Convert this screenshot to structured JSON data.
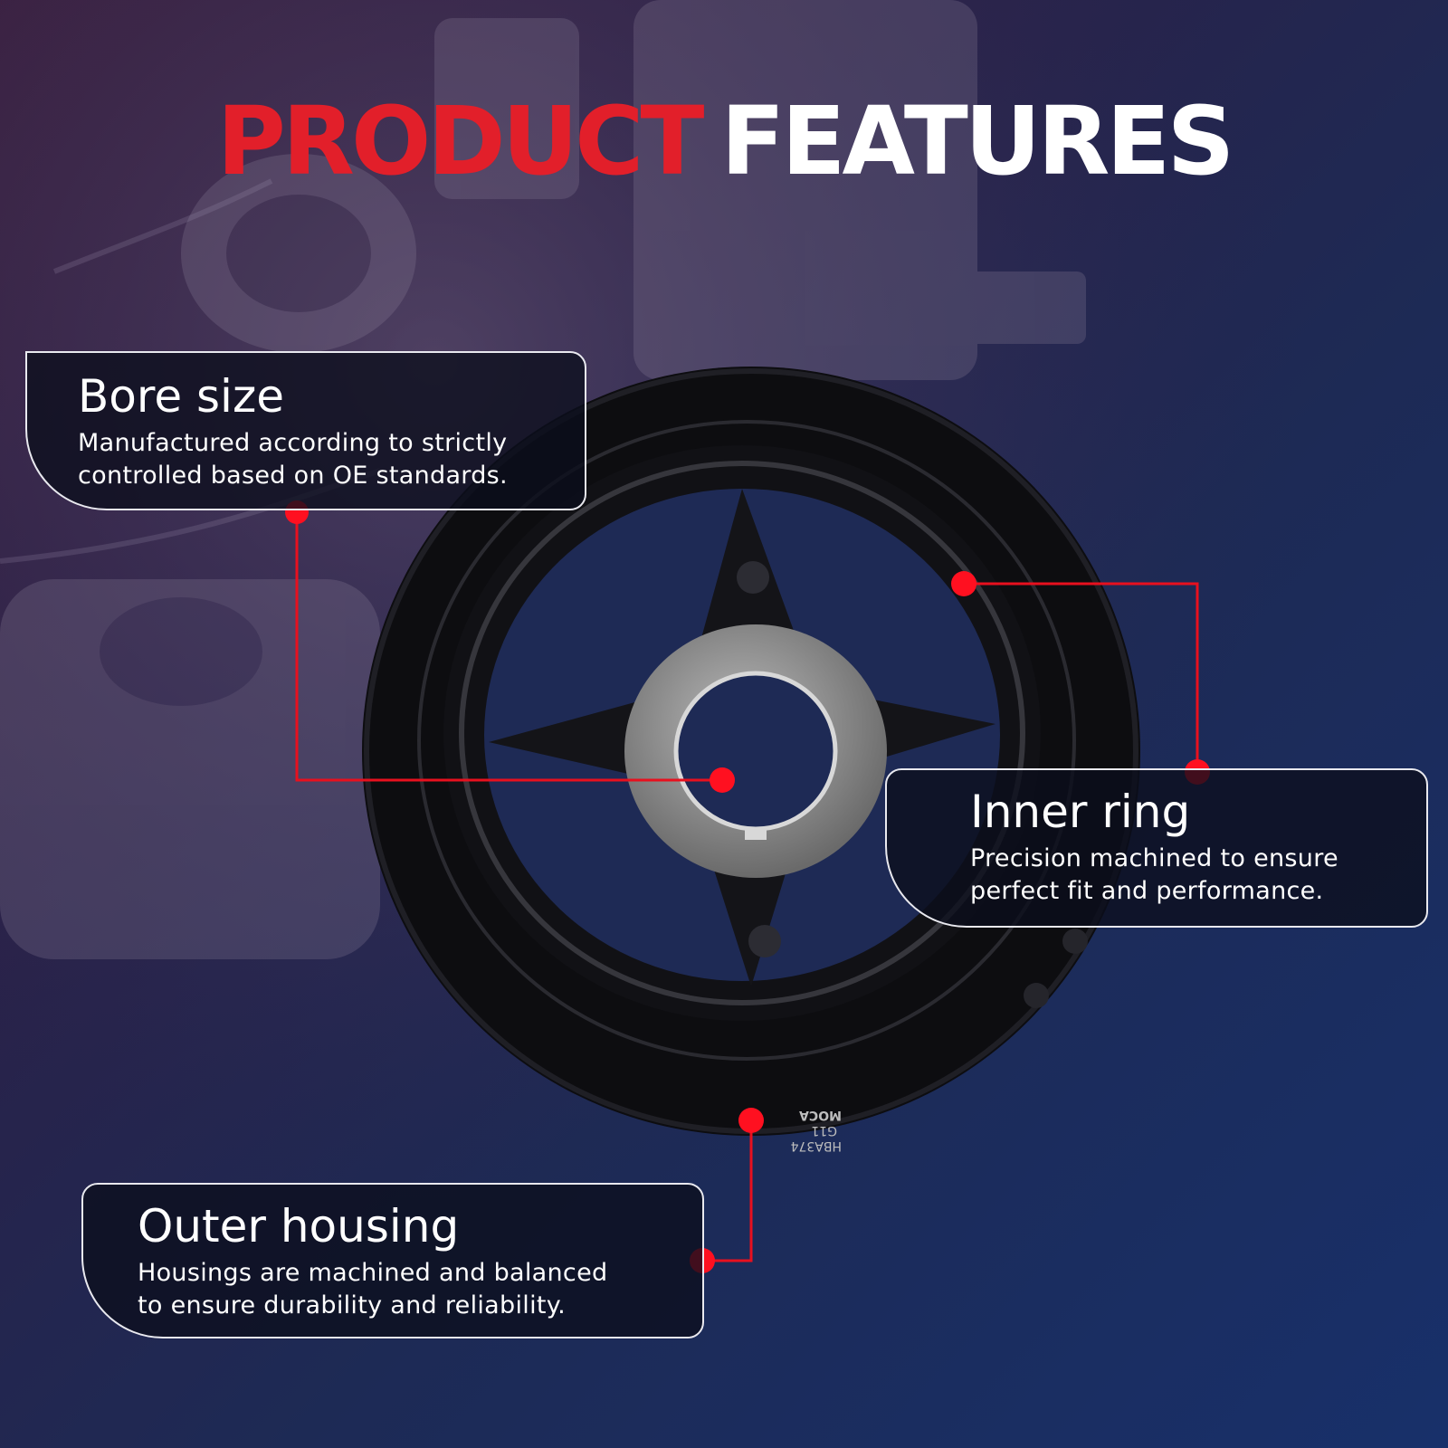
{
  "title": {
    "part1": "PRODUCT",
    "part2": "FEATURES"
  },
  "colors": {
    "accent": "#e21f2a",
    "callout_border": "#e9e9ef",
    "background": "#1d2a55"
  },
  "callouts": [
    {
      "title": "Bore size",
      "desc_line1": "Manufactured according to strictly",
      "desc_line2": "controlled based on OE standards."
    },
    {
      "title": "Inner ring",
      "desc_line1": "Precision machined to ensure",
      "desc_line2": "perfect fit and performance."
    },
    {
      "title": "Outer housing",
      "desc_line1": "Housings are machined and balanced",
      "desc_line2": "to ensure durability and reliability."
    }
  ],
  "product": {
    "part_number": "HBA374",
    "code": "G11",
    "brand": "MOCA"
  }
}
